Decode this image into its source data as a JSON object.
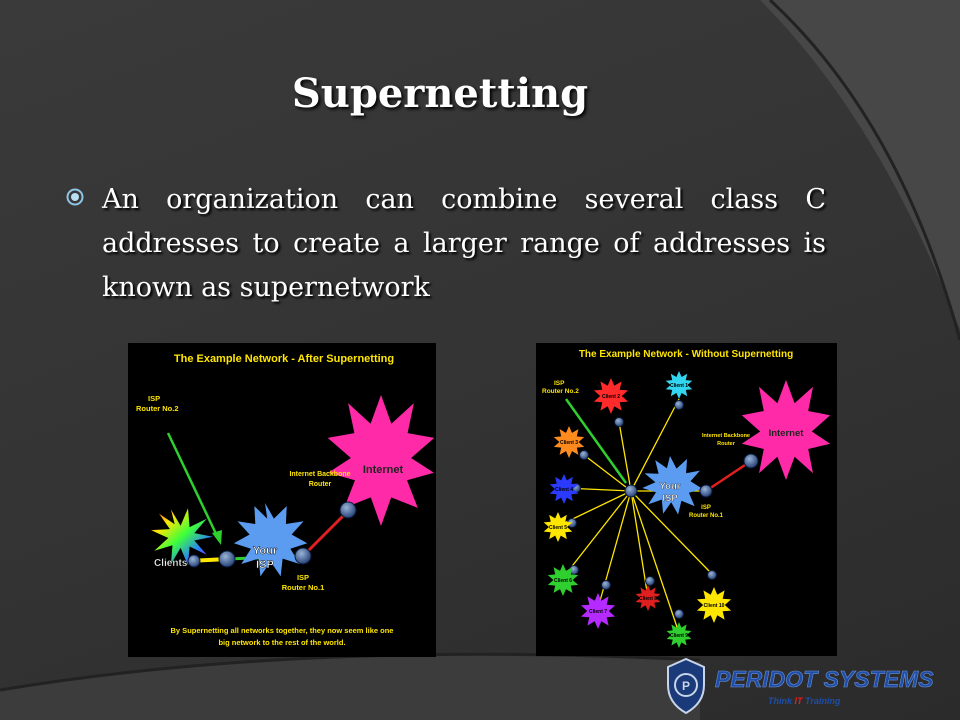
{
  "slide": {
    "title": "Supernetting",
    "bullet_text": "An organization can combine several class C addresses to create a larger range of addresses is known as supernetwork",
    "bullet_icon": "circle-bullet-icon",
    "background_color": "#333333"
  },
  "figure_left": {
    "title": "The Example Network - After Supernetting",
    "isp_router2": [
      "ISP",
      "Router No.2"
    ],
    "backbone": [
      "Internet Backbone",
      "Router"
    ],
    "internet": "Internet",
    "clients": "Clients",
    "your_isp": [
      "Your",
      "ISP"
    ],
    "isp_router1": [
      "ISP",
      "Router No.1"
    ],
    "caption": [
      "By Supernetting all networks together, they now seem like one",
      "big network to the rest of the world."
    ]
  },
  "figure_right": {
    "title": "The Example Network - Without Supernetting",
    "isp_router2": [
      "ISP",
      "Router No.2"
    ],
    "backbone": [
      "Internet Backbone",
      "Router"
    ],
    "internet": "Internet",
    "your_isp": [
      "Your",
      "ISP"
    ],
    "isp_router1": [
      "ISP",
      "Router No.1"
    ],
    "clients": [
      "Client 1",
      "Client 2",
      "Client 3",
      "Client 4",
      "Client 5",
      "Client 6",
      "Client 7",
      "Client 8",
      "Client 9",
      "Client 10"
    ]
  },
  "logo": {
    "name": "PERIDOT SYSTEMS",
    "tagline_pre": "Think ",
    "tagline_it": "IT",
    "tagline_post": " Training"
  }
}
